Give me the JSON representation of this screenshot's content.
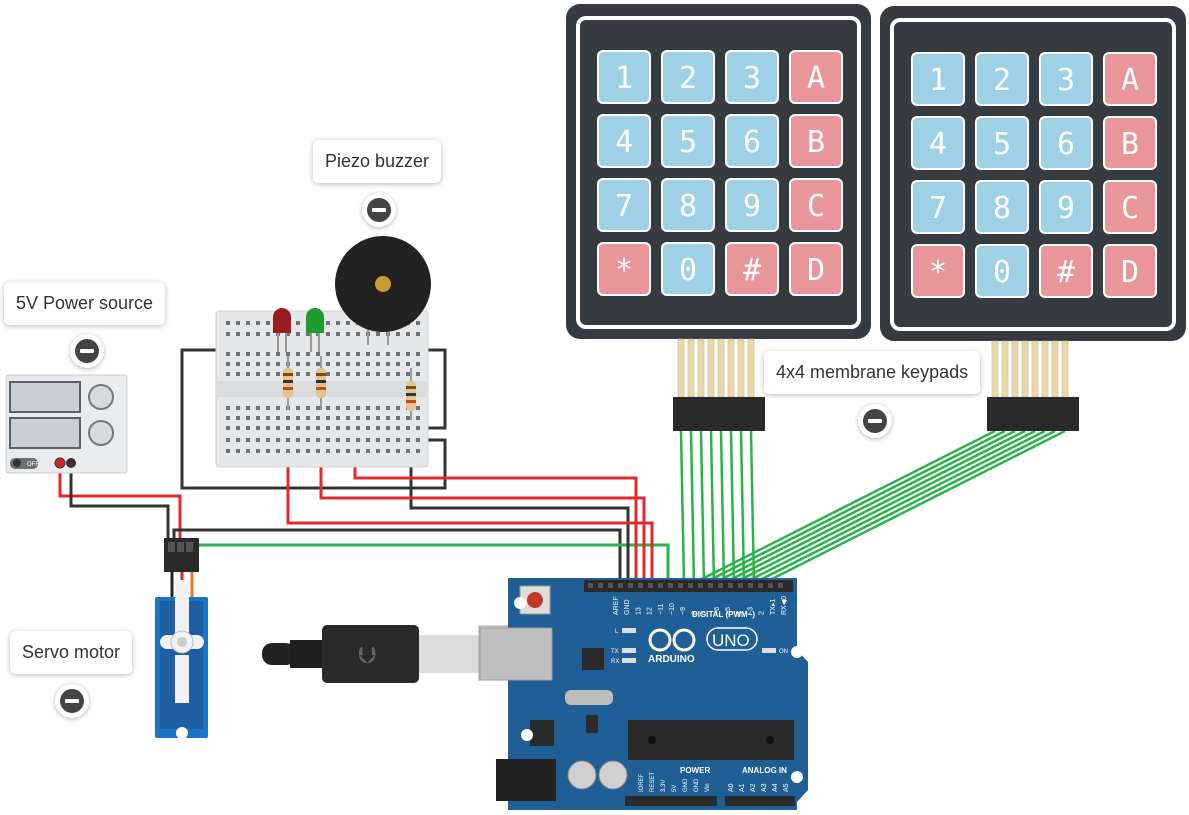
{
  "callouts": {
    "piezo": "Piezo buzzer",
    "power": "5V Power source",
    "servo": "Servo motor",
    "keypads": "4x4 membrane keypads"
  },
  "keypad": {
    "rows": [
      [
        "1",
        "2",
        "3",
        "A"
      ],
      [
        "4",
        "5",
        "6",
        "B"
      ],
      [
        "7",
        "8",
        "9",
        "C"
      ],
      [
        "*",
        "0",
        "#",
        "D"
      ]
    ],
    "number_color": "#9fd1e6",
    "letter_color": "#e8969a"
  },
  "arduino": {
    "brand": "ARDUINO",
    "model": "UNO",
    "digital_label": "DIGITAL (PWM~)",
    "power_label": "POWER",
    "analog_label": "ANALOG IN",
    "on_label": "ON",
    "l_label": "L",
    "tx_label": "TX",
    "rx_label": "RX",
    "digital_pins": [
      "AREF",
      "GND",
      "13",
      "12",
      "~11",
      "~10",
      "~9",
      "8",
      "7",
      "~6",
      "~5",
      "4",
      "~3",
      "2",
      "TX▸1",
      "RX◀0"
    ],
    "power_pins": [
      "IOREF",
      "RESET",
      "3.3V",
      "5V",
      "GND",
      "GND",
      "Vin"
    ],
    "analog_pins": [
      "A0",
      "A1",
      "A2",
      "A3",
      "A4",
      "A5"
    ],
    "board_color": "#1f5f95"
  },
  "power_supply": {
    "switch_label": "OFF"
  },
  "colors": {
    "wire_green": "#2bb34a",
    "wire_red": "#e0282e",
    "wire_black": "#333333",
    "keypad_body": "#353b41"
  }
}
